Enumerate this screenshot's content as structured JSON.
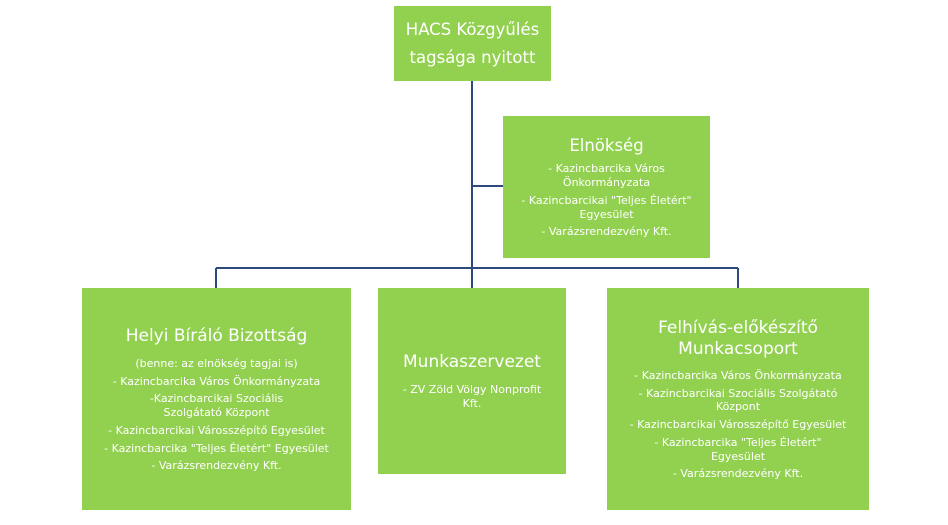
{
  "top": {
    "line1": "HACS Közgyűlés",
    "line2": "tagsága nyitott"
  },
  "elnokseg": {
    "title": "Elnökség",
    "items": [
      "- Kazincbarcika Város Önkormányzata",
      "- Kazincbarcikai \"Teljes Életért\" Egyesület",
      "- Varázsrendezvény Kft."
    ]
  },
  "hbb": {
    "title": "Helyi Bíráló Bizottság",
    "subtitle": "(benne: az elnökség tagjai is)",
    "items": [
      "- Kazincbarcika Város Önkormányzata",
      "-Kazincbarcikai Szociális Szolgátató Központ",
      "- Kazincbarcikai Városszépítő Egyesület",
      "- Kazincbarcika \"Teljes Életért\" Egyesület",
      "- Varázsrendezvény Kft."
    ]
  },
  "munkaszervezet": {
    "title": "Munkaszervezet",
    "items": [
      "- ZV Zöld Völgy Nonprofit Kft."
    ]
  },
  "felhivas": {
    "title_line1": "Felhívás-előkészítő",
    "title_line2": "Munkacsoport",
    "items": [
      "- Kazincbarcika Város Önkormányzata",
      "- Kazincbarcikai Szociális Szolgátató Központ",
      "- Kazincbarcikai Városszépítő Egyesület",
      "- Kazincbarcika \"Teljes Életért\" Egyesület",
      "- Varázsrendezvény Kft."
    ]
  },
  "colors": {
    "box_fill": "#92d050",
    "connector": "#2e4a7d",
    "text": "#ffffff"
  }
}
